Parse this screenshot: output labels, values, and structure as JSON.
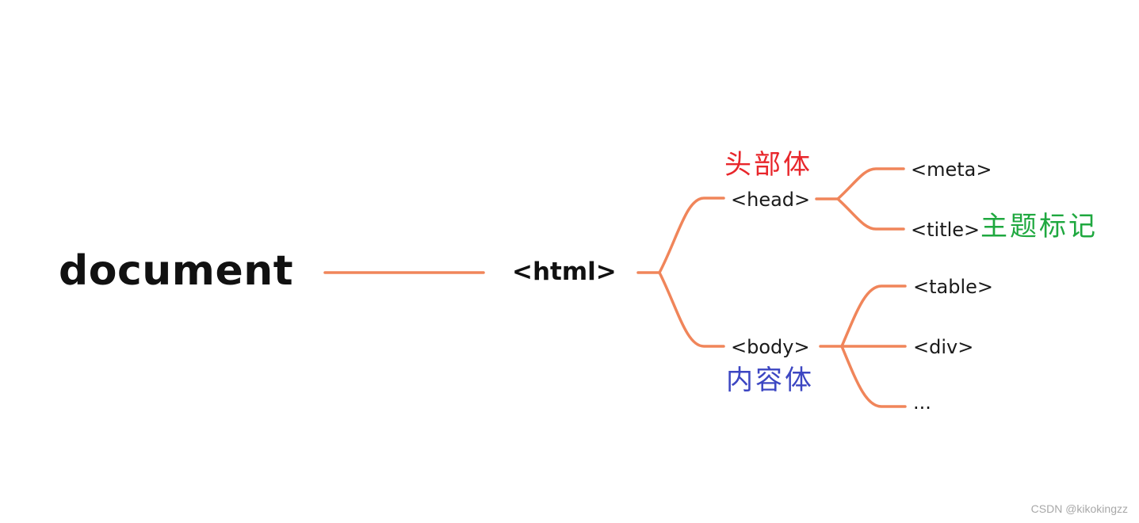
{
  "tree": {
    "root": {
      "label": "document"
    },
    "html": {
      "label": "<html>"
    },
    "head": {
      "label": "<head>",
      "note": "头部体",
      "children": [
        {
          "label": "<meta>"
        },
        {
          "label": "<title>",
          "note": "主题标记"
        }
      ]
    },
    "body": {
      "label": "<body>",
      "note": "内容体",
      "children": [
        {
          "label": "<table>"
        },
        {
          "label": "<div>"
        },
        {
          "label": "..."
        }
      ]
    }
  },
  "colors": {
    "connector": "#f0855a",
    "head_note": "#e8262b",
    "title_note": "#1fa83f",
    "body_note": "#3c46c2",
    "text": "#1a1a1a"
  },
  "watermark": "CSDN @kikokingzz"
}
